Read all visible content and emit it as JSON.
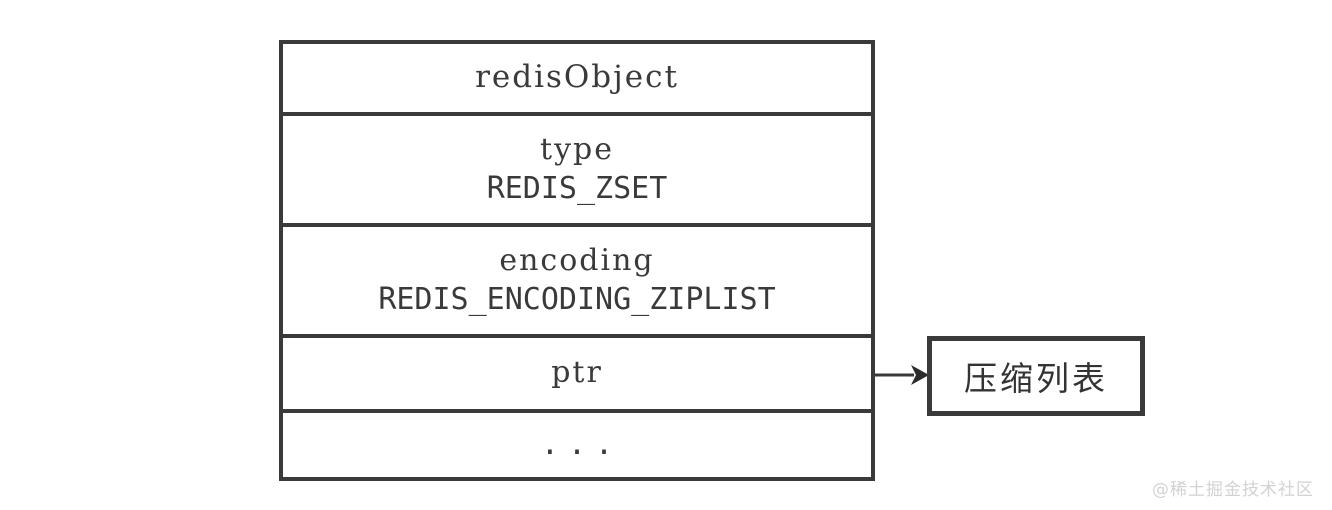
{
  "diagram": {
    "struct": {
      "title": "redisObject",
      "fields": [
        {
          "name": "type",
          "value": "REDIS_ZSET"
        },
        {
          "name": "encoding",
          "value": "REDIS_ENCODING_ZIPLIST"
        },
        {
          "name": "ptr",
          "value": ""
        }
      ],
      "ellipsis": "..."
    },
    "pointer_target": {
      "label": "压缩列表",
      "arrow": "arrow-right"
    },
    "watermark": "@稀土掘金技术社区",
    "colors": {
      "stroke": "#3a3a3a",
      "text": "#3a3a3a",
      "background": "#ffffff",
      "watermark": "#d2d2d2"
    }
  }
}
